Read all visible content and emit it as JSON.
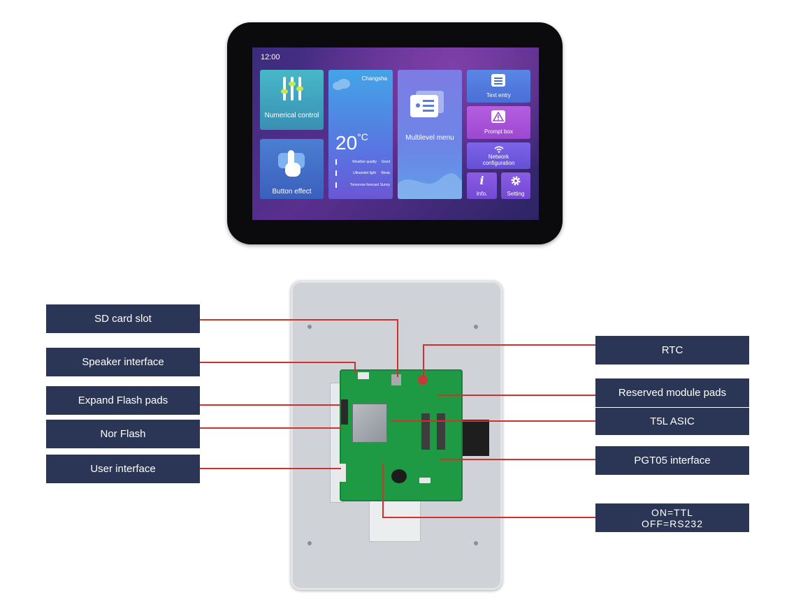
{
  "screen": {
    "time": "12:00",
    "tiles": {
      "numerical_control": "Numerical control",
      "button_effect": "Button effect",
      "multilevel_menu": "Multilevel menu",
      "text_entry": "Text entry",
      "prompt_box": "Prompt box",
      "network_configuration": "Network configuration",
      "info": "Info.",
      "setting": "Setting"
    },
    "weather": {
      "city": "Changsha",
      "temperature": "20",
      "unit": "°C",
      "rows": [
        {
          "label": "Weather quality",
          "value": "Good"
        },
        {
          "label": "Ultraviolet light",
          "value": "Weak"
        },
        {
          "label": "Tomorrow forecast",
          "value": "Sunny"
        }
      ]
    }
  },
  "callouts": {
    "left": [
      "SD card slot",
      "Speaker interface",
      "Expand Flash pads",
      "Nor Flash",
      "User interface"
    ],
    "right": [
      "RTC",
      "Reserved module pads",
      "T5L ASIC",
      "PGT05 interface"
    ],
    "switch": {
      "line1": "ON=TTL",
      "line2": "OFF=RS232"
    }
  },
  "colors": {
    "callout_bg": "#2b3556",
    "leader_line": "#d32f2f",
    "pcb": "#1e9a44"
  }
}
